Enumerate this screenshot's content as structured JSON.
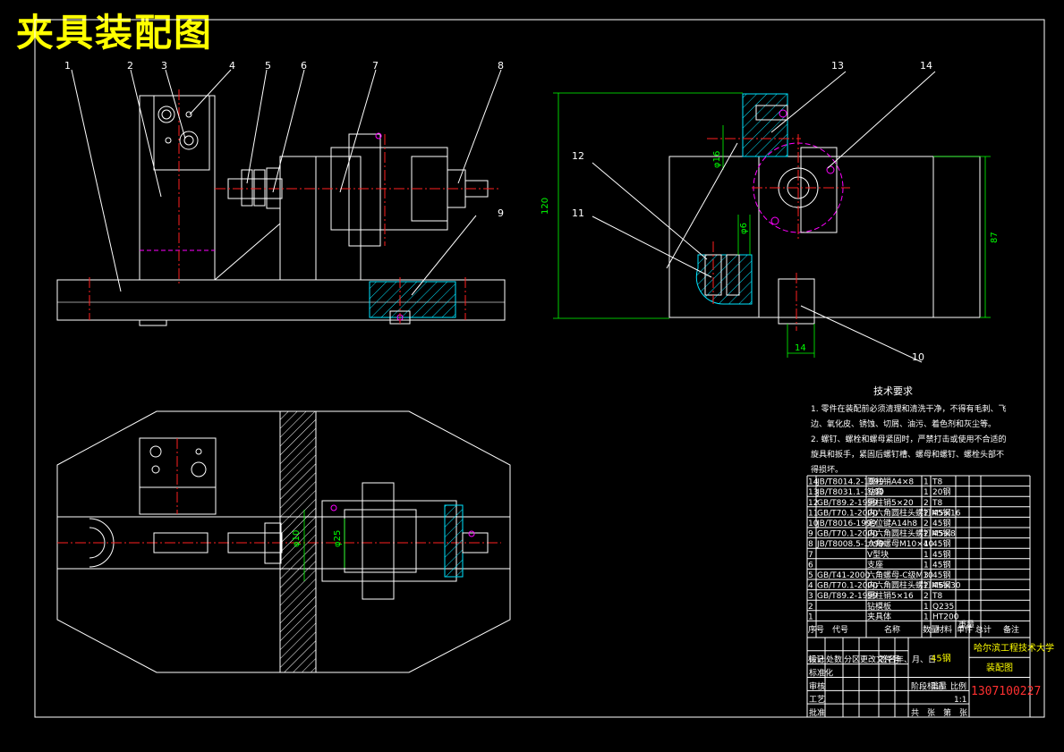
{
  "title": "夹具装配图",
  "callouts": [
    "1",
    "2",
    "3",
    "4",
    "5",
    "6",
    "7",
    "8",
    "9",
    "10",
    "11",
    "12",
    "13",
    "14"
  ],
  "dimensions": {
    "height_120": "120",
    "height_87": "87",
    "width_14": "14",
    "dia_1": "φ16",
    "dia_2": "φ6",
    "dia_3": "φ10",
    "dia_4": "φ25"
  },
  "tech_requirements": {
    "heading": "技术要求",
    "lines": [
      "1. 零件在装配前必须清理和清洗干净，不得有毛刺、飞",
      "边、氧化皮、锈蚀、切屑、油污、着色剂和灰尘等。",
      "2. 螺钉、螺栓和螺母紧固时，严禁打击或使用不合适的",
      "旋具和扳手，紧固后螺钉槽、螺母和螺钉、螺栓头部不",
      "得损坏。"
    ]
  },
  "parts_list": [
    {
      "no": "14",
      "code": "JB/T8014.2-1999",
      "name": "圆柱销A4×8",
      "qty": "1",
      "material": "T8"
    },
    {
      "no": "13",
      "code": "JB/T8031.1-1999",
      "name": "钻套",
      "qty": "1",
      "material": "20钢"
    },
    {
      "no": "12",
      "code": "GB/T89.2-1999",
      "name": "圆柱销5×20",
      "qty": "2",
      "material": "T8"
    },
    {
      "no": "11",
      "code": "GB/T70.1-2000",
      "name": "内六角圆柱头螺钉M5×16",
      "qty": "2",
      "material": "45钢"
    },
    {
      "no": "10",
      "code": "JB/T8016-1999",
      "name": "定位键A14h8",
      "qty": "2",
      "material": "45钢"
    },
    {
      "no": "9",
      "code": "GB/T70.1-2000",
      "name": "内六角圆柱头螺钉M5×8",
      "qty": "2",
      "material": "45钢"
    },
    {
      "no": "8",
      "code": "JB/T8008.5-1999",
      "name": "六角螺母M10×40",
      "qty": "1",
      "material": "45钢"
    },
    {
      "no": "7",
      "code": "",
      "name": "V型块",
      "qty": "1",
      "material": "45钢"
    },
    {
      "no": "6",
      "code": "",
      "name": "支座",
      "qty": "1",
      "material": "45钢"
    },
    {
      "no": "5",
      "code": "GB/T41-2000",
      "name": "六角螺母-C级M10",
      "qty": "3",
      "material": "45钢"
    },
    {
      "no": "4",
      "code": "GB/T70.1-2000",
      "name": "内六角圆柱头螺钉M6×30",
      "qty": "2",
      "material": "45钢"
    },
    {
      "no": "3",
      "code": "GB/T89.2-1999",
      "name": "圆柱销5×16",
      "qty": "2",
      "material": "T8"
    },
    {
      "no": "2",
      "code": "",
      "name": "钻模板",
      "qty": "1",
      "material": "Q235"
    },
    {
      "no": "1",
      "code": "",
      "name": "夹具体",
      "qty": "1",
      "material": "HT200"
    }
  ],
  "parts_header": {
    "no": "序号",
    "code": "代号",
    "name": "名称",
    "qty": "数量",
    "material": "材料",
    "weight": "单件 总计",
    "weight2": "重量",
    "note": "备注"
  },
  "title_block": {
    "material_cell": "45钢",
    "school": "哈尔滨工程技术大学",
    "drawing_name": "装配图",
    "drawing_no": "1307100227",
    "row_labels": [
      "标记",
      "处数",
      "分区",
      "更改文件号",
      "签名",
      "年、月、日"
    ],
    "left_labels": [
      "设计",
      "标准化",
      "审核",
      "工艺",
      "批准"
    ],
    "stage_labels": [
      "阶段标记",
      "重量",
      "比例"
    ],
    "scale": "1:1",
    "sheet": [
      "共",
      "张",
      "第",
      "张"
    ]
  }
}
